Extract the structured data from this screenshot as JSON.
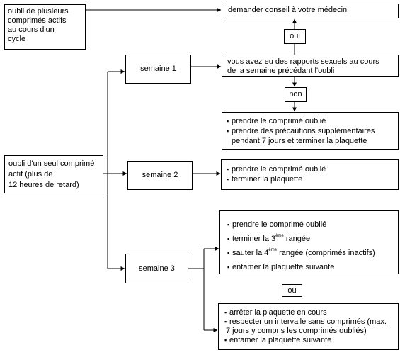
{
  "multi_missed": {
    "lines": [
      "oubli de plusieurs",
      "comprimés actifs",
      "au cours d'un",
      "cycle"
    ]
  },
  "doctor": {
    "label": "demander conseil à votre médecin"
  },
  "oui": {
    "label": "oui"
  },
  "question": {
    "line1": "vous avez eu des rapports sexuels au cours",
    "line2": "de la semaine précédant l'oubli"
  },
  "non": {
    "label": "non"
  },
  "single_missed": {
    "lines": [
      "oubli d'un seul comprimé",
      "actif (plus de",
      "12 heures de retard)"
    ]
  },
  "week1": {
    "label": "semaine 1",
    "items": [
      "prendre le comprimé oublié",
      "prendre des précautions supplémentaires",
      "pendant 7 jours et terminer la plaquette"
    ]
  },
  "week2": {
    "label": "semaine 2",
    "items": [
      "prendre le comprimé oublié",
      "terminer la plaquette"
    ]
  },
  "week3": {
    "label": "semaine 3",
    "option_a": {
      "item1": "prendre le comprimé oublié",
      "item2_pre": "terminer la 3",
      "item2_sup": "ème",
      "item2_post": " rangée",
      "item3_pre": "sauter la 4",
      "item3_sup": "ème",
      "item3_post": " rangée (comprimés inactifs)",
      "item4": "entamer la plaquette suivante"
    },
    "ou": "ou",
    "option_b": {
      "item1": "arrêter la plaquette en cours",
      "item2": "respecter un intervalle sans comprimés (max.",
      "item3": "7 jours y compris les comprimés oubliés)",
      "item4": "entamer la plaquette suivante"
    }
  }
}
